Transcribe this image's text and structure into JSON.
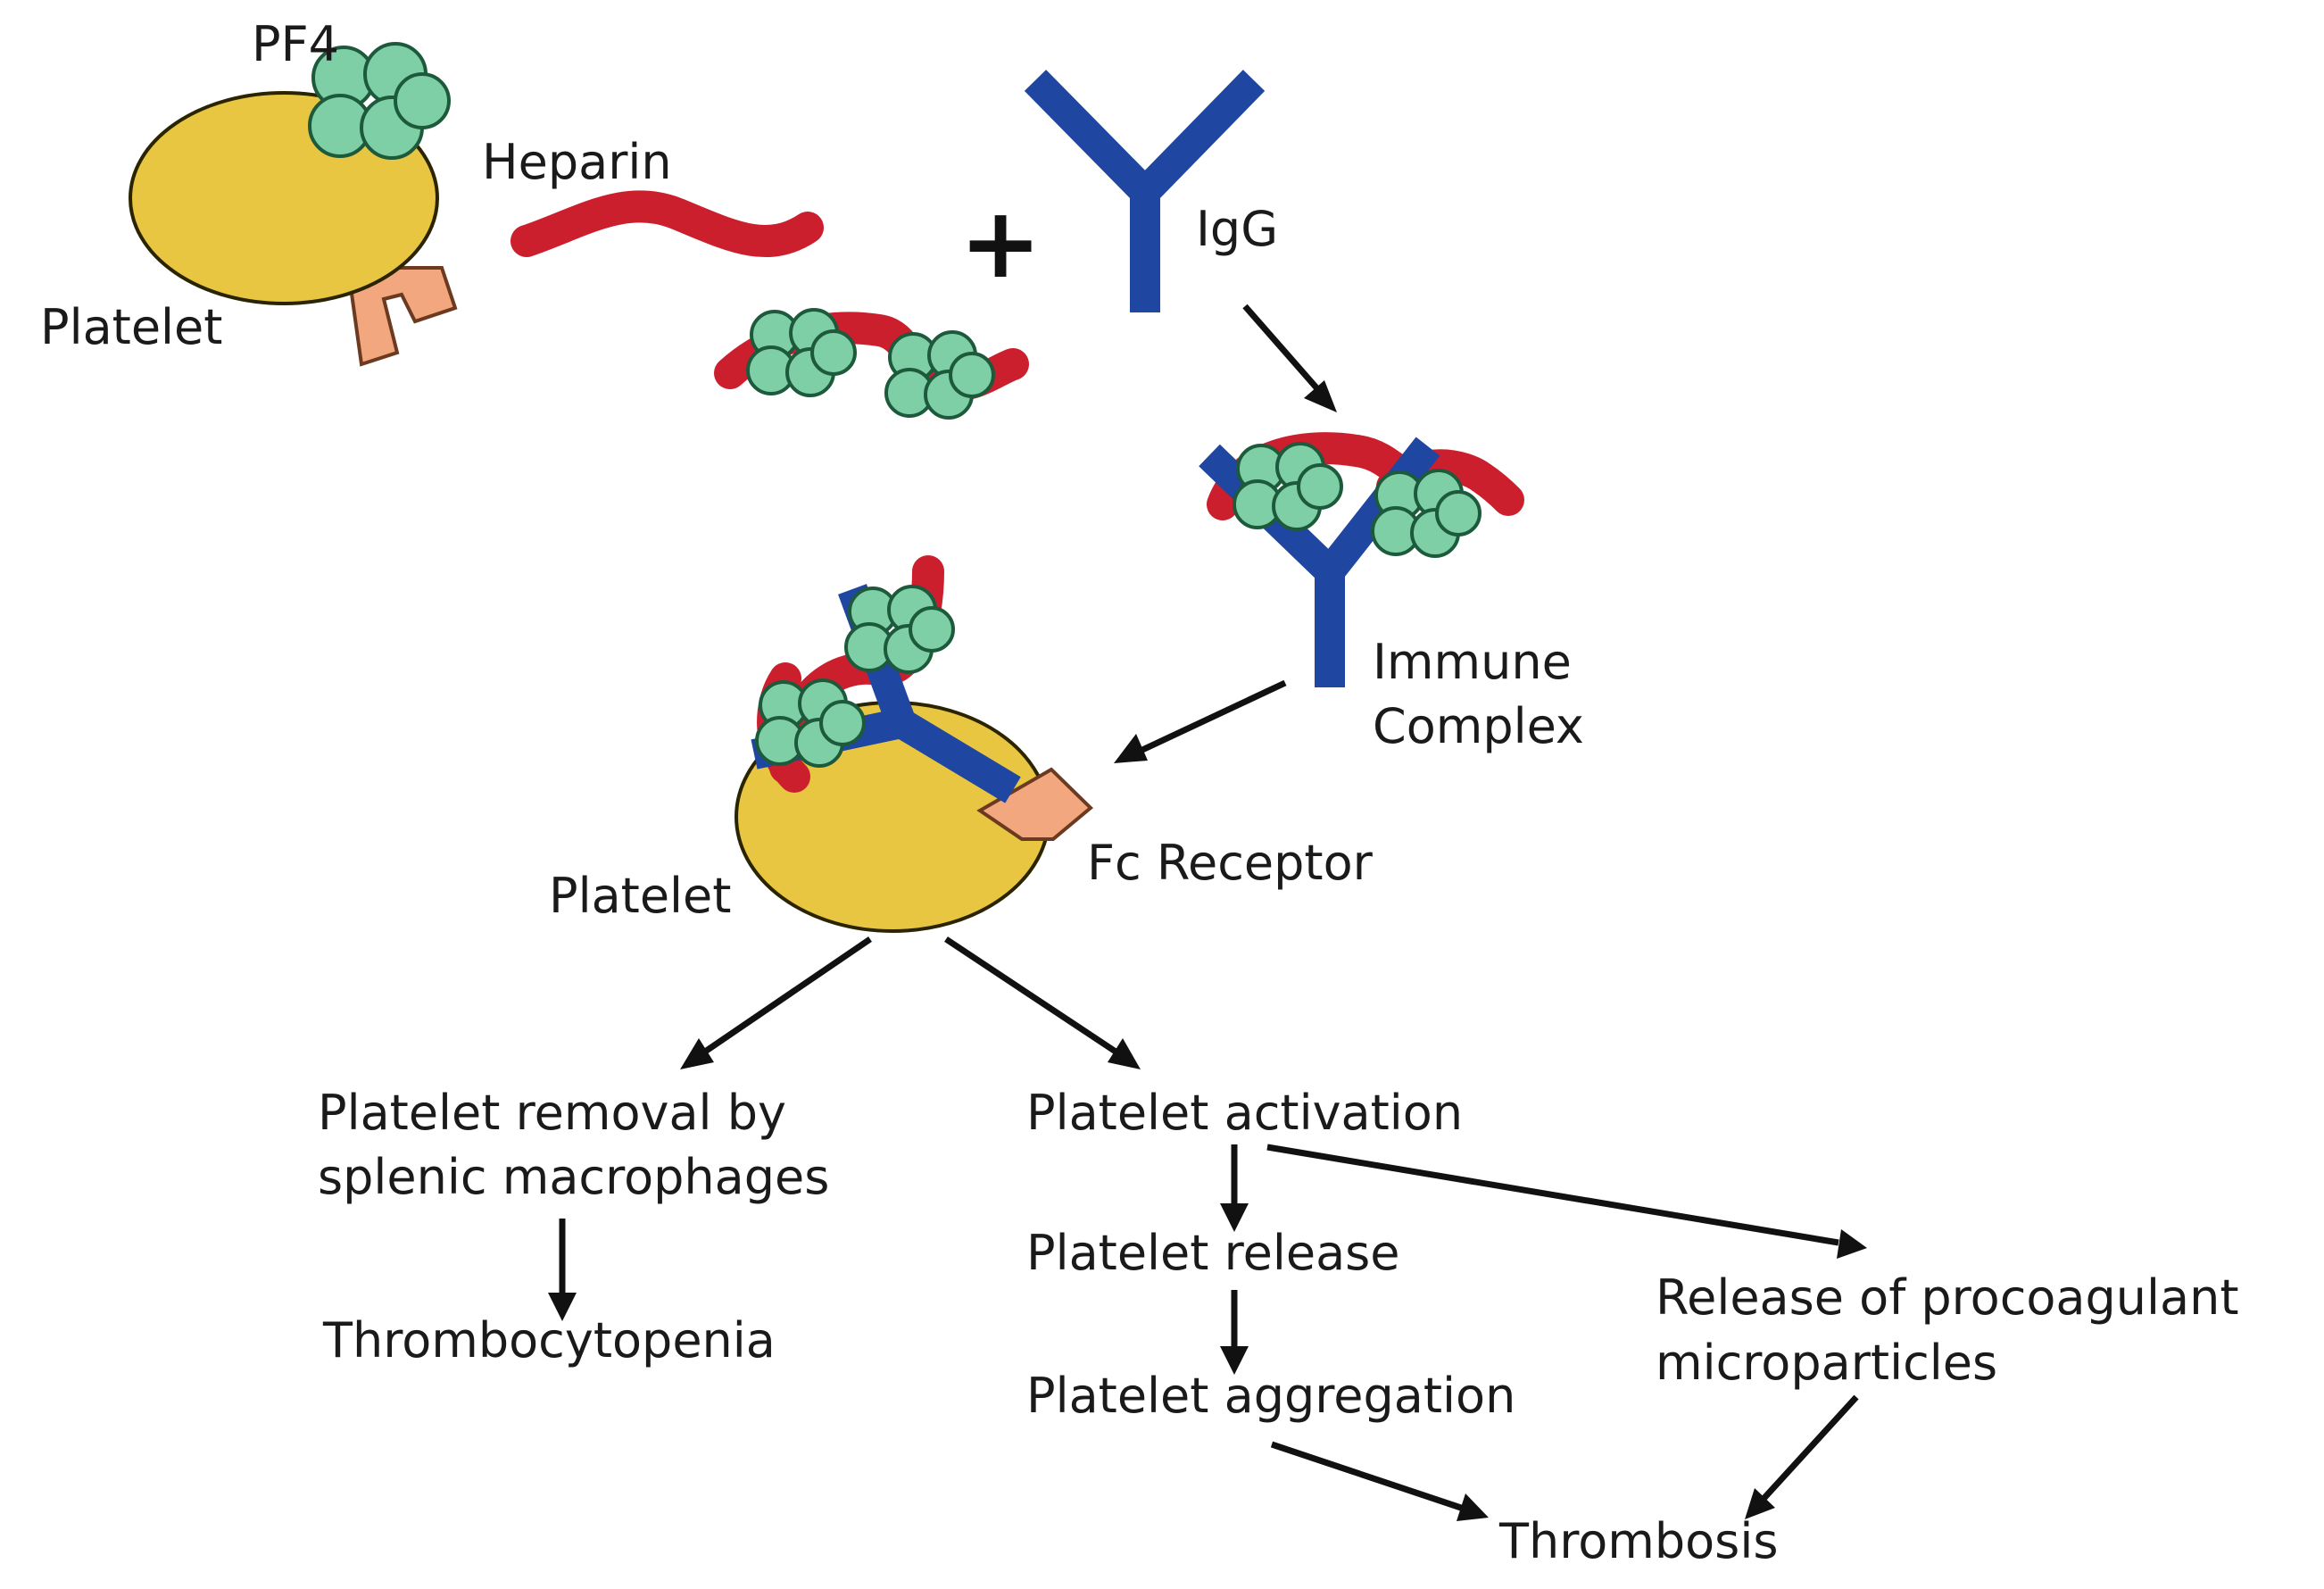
{
  "labels": {
    "pf4": "PF4",
    "heparin": "Heparin",
    "platelet_top": "Platelet",
    "plus": "+",
    "igg": "IgG",
    "immune_line1": "Immune",
    "immune_line2": "Complex",
    "platelet_mid": "Platelet",
    "fc_receptor": "Fc Receptor",
    "removal_line1": "Platelet removal by",
    "removal_line2": "splenic macrophages",
    "thrombocytopenia": "Thrombocytopenia",
    "activation": "Platelet activation",
    "release": "Platelet release",
    "aggregation": "Platelet aggregation",
    "procoag_line1": "Release of procoagulant",
    "procoag_line2": "microparticles",
    "thrombosis": "Thrombosis"
  },
  "colors": {
    "platelet": "#e8c642",
    "pf4": "#7fcfa6",
    "heparin": "#cc1f2e",
    "igg": "#1f46a0",
    "fc_receptor": "#f3a77e"
  }
}
